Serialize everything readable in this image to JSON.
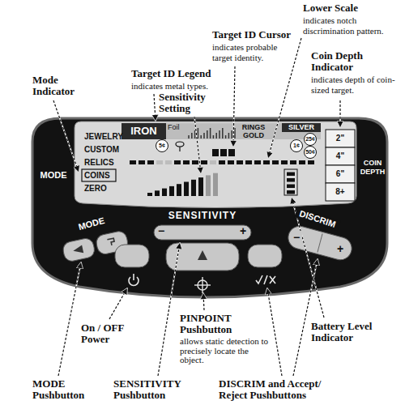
{
  "diagram": {
    "labels": [
      "Lower Scale",
      "indicates notch discrimination pattern.",
      "Target ID Cursor",
      "indicates probable target identity.",
      "Coin Depth Indicator",
      "indicates depth of coin-sized target.",
      "Target ID Legend",
      "indicates metal types.",
      "Mode Indicator",
      "Sensitivity Setting",
      "IRON",
      "Foil",
      "RINGS",
      "GOLD",
      "SILVER",
      "5¢",
      "1¢",
      "25¢",
      "50¢",
      "JEWELRY",
      "CUSTOM",
      "RELICS",
      "COINS",
      "ZERO",
      "MODE",
      "2\"",
      "4\"",
      "6\"",
      "8+",
      "COIN DEPTH",
      "SENSITIVITY",
      "−",
      "+",
      "MODE",
      "DISCRIM",
      "−",
      "+",
      "On / OFF Power",
      "PINPOINT Pushbutton",
      "allows static detection to precisely locate the object.",
      "Battery Level Indicator",
      "MODE Pushbutton",
      "SENSITIVITY Pushbutton",
      "DISCRIM and Accept/ Reject Pushbuttons"
    ]
  }
}
